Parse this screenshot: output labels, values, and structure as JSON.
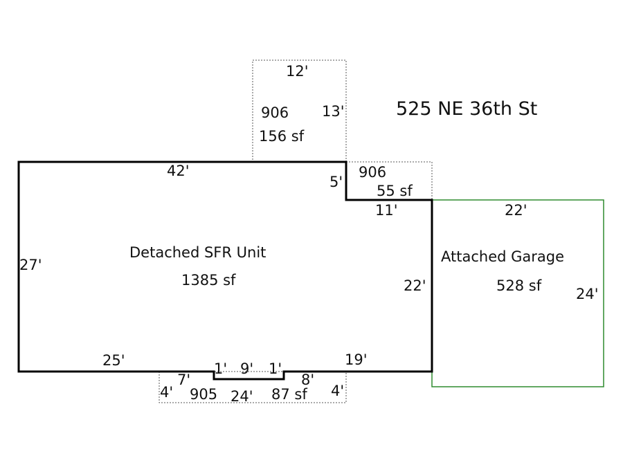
{
  "address": "525 NE 36th St",
  "main_unit": {
    "label": "Detached SFR Unit",
    "area": "1385 sf",
    "dims": {
      "top": "42'",
      "left": "27'",
      "bottom_left": "25'",
      "bottom_right": "19'",
      "right": "22'",
      "notch_depth": "5'",
      "notch_width": "11'",
      "jog_left": "1'",
      "jog_mid": "9'",
      "jog_right": "1'"
    }
  },
  "garage": {
    "label": "Attached Garage",
    "area": "528 sf",
    "dims": {
      "top": "22'",
      "right": "24'"
    }
  },
  "addition_top": {
    "code": "906",
    "area": "156 sf",
    "dims": {
      "top": "12'",
      "right": "13'"
    }
  },
  "addition_notch": {
    "code": "906",
    "area": "55 sf"
  },
  "addition_bottom": {
    "code": "905",
    "area": "87 sf",
    "dims": {
      "width": "24'",
      "left": "4'",
      "right": "4'",
      "inner_left": "7'",
      "inner_right": "8'"
    }
  },
  "colors": {
    "garage_outline": "#2e8b2e",
    "wall": "#000000"
  }
}
